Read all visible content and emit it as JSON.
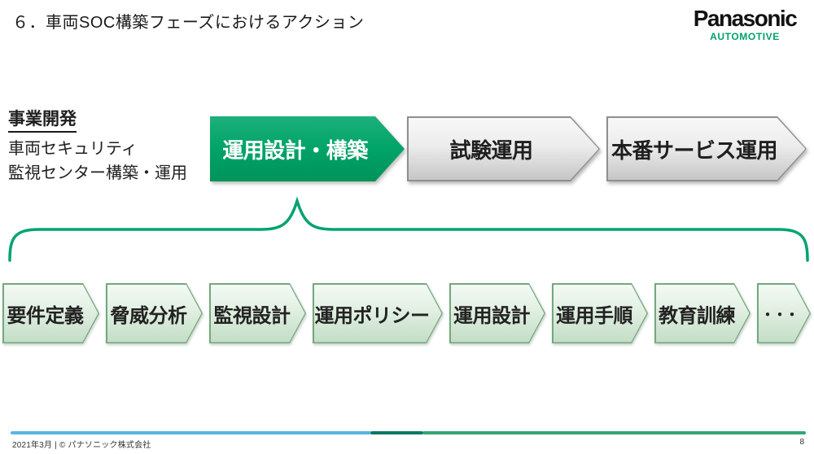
{
  "slide": {
    "title": "６．車両SOC構築フェーズにおけるアクション",
    "footer_text": "2021年3月 | © パナソニック株式会社",
    "page_number": "8"
  },
  "logo": {
    "brand": "Panasonic",
    "division": "AUTOMOTIVE",
    "division_color": "#00a26c"
  },
  "left_block": {
    "heading": "事業開発",
    "lines": [
      "車両セキュリティ",
      "監視センター構築・運用"
    ]
  },
  "phases": [
    {
      "label": "運用設計・構築",
      "state": "active",
      "color": "#00a368"
    },
    {
      "label": "試験運用",
      "state": "inactive",
      "color": "#d9d9d9"
    },
    {
      "label": "本番サービス運用",
      "state": "inactive",
      "color": "#d9d9d9"
    }
  ],
  "actions": [
    "要件定義",
    "脅威分析",
    "監視設計",
    "運用ポリシー",
    "運用設計",
    "運用手順",
    "教育訓練",
    "・・・"
  ],
  "colors": {
    "accent_green": "#00a368",
    "brace_green": "#00a273",
    "action_fill": "#d4e8d6",
    "action_border": "#74a87d",
    "footer_blue": "#5ab4e4",
    "footer_teal": "#0a7a63",
    "footer_green": "#2fa779"
  }
}
